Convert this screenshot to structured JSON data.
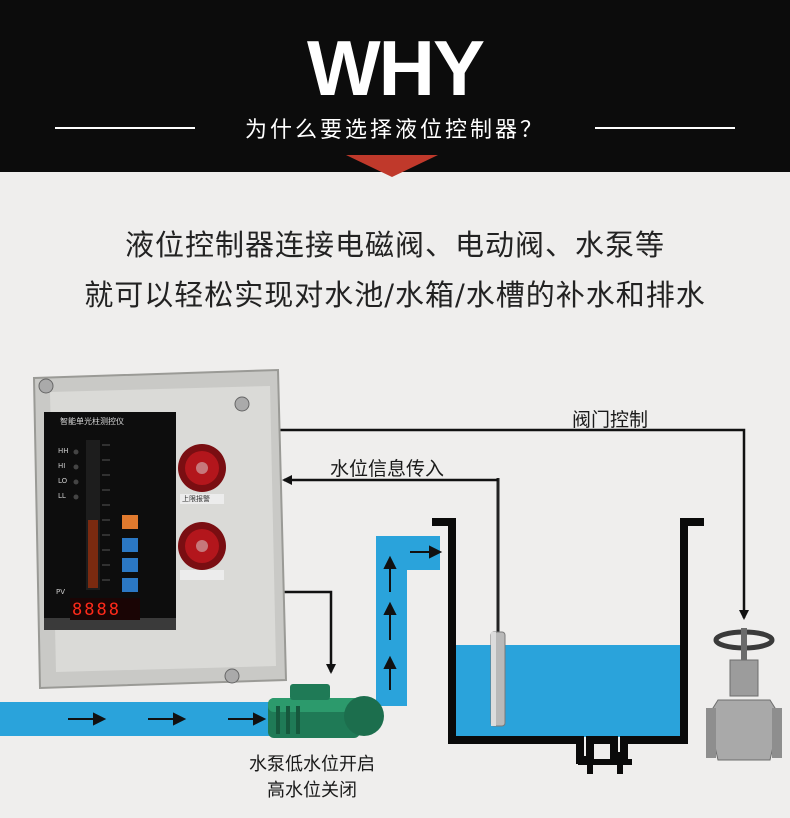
{
  "header": {
    "title": "WHY",
    "subtitle": "为什么要选择液位控制器？"
  },
  "headline": {
    "line1": "液位控制器连接电磁阀、电动阀、水泵等",
    "line2": "就可以轻松实现对水池/水箱/水槽的补水和排水"
  },
  "controller": {
    "panel_title": "智能单光柱测控仪",
    "indicators": [
      "HH",
      "HI",
      "LO",
      "LL"
    ],
    "pv_label": "PV",
    "display": "8888",
    "alarm_label": "上限报警"
  },
  "labels": {
    "valve_control": "阀门控制",
    "level_signal": "水位信息传入",
    "pump_line1": "水泵低水位开启",
    "pump_line2": "高水位关闭"
  },
  "colors": {
    "header_bg": "#0c0c0c",
    "accent": "#c0392b",
    "water": "#2aa3db",
    "background": "#efeeed"
  }
}
